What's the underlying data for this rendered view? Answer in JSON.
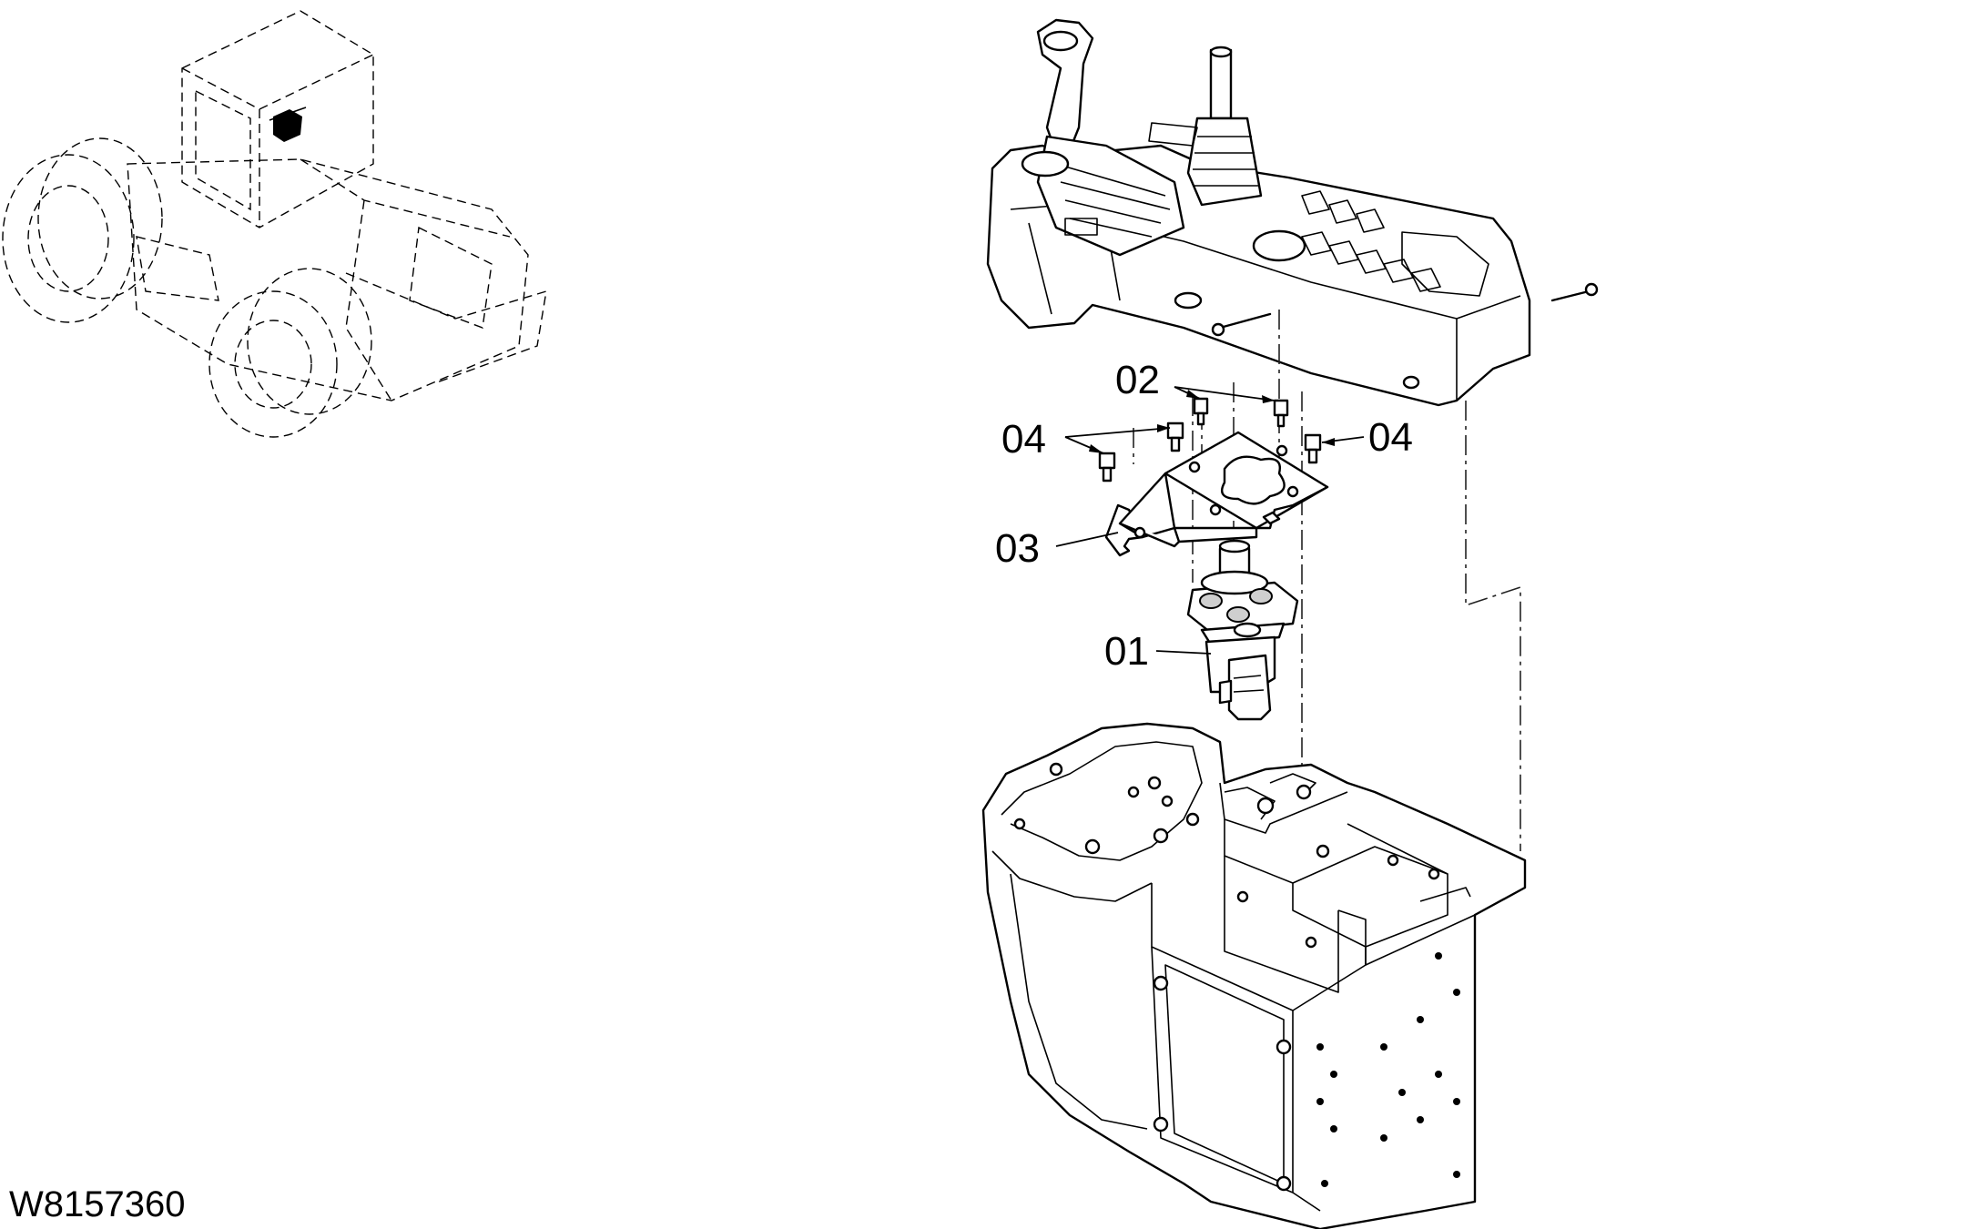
{
  "callouts": [
    {
      "id": "01",
      "text": "01"
    },
    {
      "id": "02",
      "text": "02"
    },
    {
      "id": "03",
      "text": "03"
    },
    {
      "id": "04a",
      "text": "04"
    },
    {
      "id": "04b",
      "text": "04"
    }
  ],
  "reference": {
    "code": "W8157360"
  },
  "icons": [
    "machine-overview-icon",
    "joystick-console-icon",
    "mounting-bracket-icon",
    "control-valve-icon",
    "console-base-icon",
    "bolt-icon"
  ]
}
